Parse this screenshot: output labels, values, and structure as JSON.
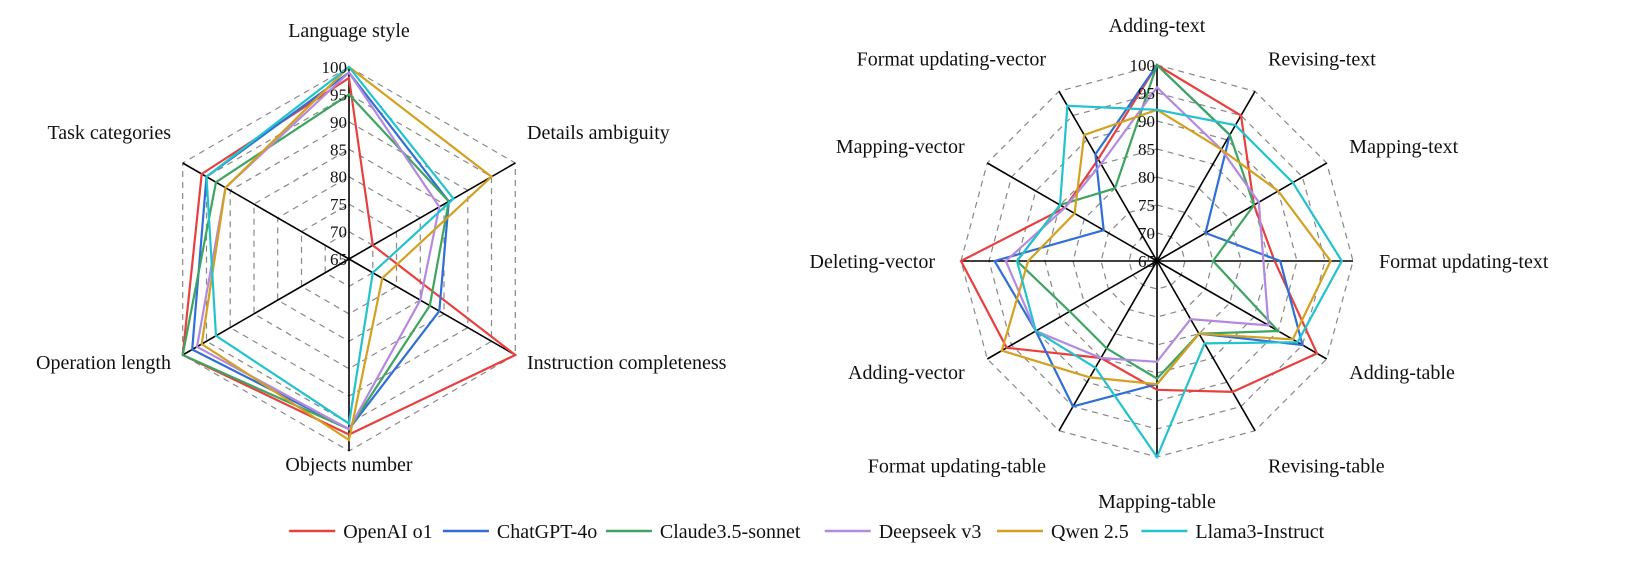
{
  "chart_data": [
    {
      "type": "radar",
      "title": "",
      "rlim": [
        65,
        100
      ],
      "ticks": [
        65,
        70,
        75,
        80,
        85,
        90,
        95,
        100
      ],
      "grid": "dashed polygons",
      "axes": [
        "Language style",
        "Details ambiguity",
        "Instruction completeness",
        "Objects number",
        "Operation length",
        "Task categories"
      ],
      "series": [
        {
          "name": "OpenAI o1",
          "values": [
            98,
            70,
            100,
            97,
            100,
            96
          ]
        },
        {
          "name": "ChatGPT-4o",
          "values": [
            99,
            86,
            84,
            96,
            98,
            95
          ]
        },
        {
          "name": "Claude3.5-sonnet",
          "values": [
            95,
            86,
            82,
            96,
            100,
            93
          ]
        },
        {
          "name": "Deepseek v3",
          "values": [
            99,
            84,
            80,
            96,
            97,
            91
          ]
        },
        {
          "name": "Qwen 2.5",
          "values": [
            100,
            95,
            72,
            98,
            96,
            91
          ]
        },
        {
          "name": "Llama3-Instruct",
          "values": [
            100,
            87,
            70,
            95,
            93,
            95
          ]
        }
      ]
    },
    {
      "type": "radar",
      "title": "",
      "rlim": [
        65,
        100
      ],
      "ticks": [
        65,
        70,
        75,
        80,
        85,
        90,
        95,
        100
      ],
      "grid": "dashed polygons",
      "axes": [
        "Adding-text",
        "Revising-text",
        "Mapping-text",
        "Format updating-text",
        "Adding-table",
        "Revising-table",
        "Mapping-table",
        "Format updating-table",
        "Adding-vector",
        "Deleting-vector",
        "Mapping-vector",
        "Format updating-vector"
      ],
      "series": [
        {
          "name": "OpenAI o1",
          "values": [
            100,
            95,
            85,
            86,
            98,
            92,
            88,
            85,
            96,
            100,
            84,
            86
          ]
        },
        {
          "name": "ChatGPT-4o",
          "values": [
            100,
            91,
            75,
            87,
            95,
            80,
            87,
            95,
            90,
            94,
            76,
            87
          ]
        },
        {
          "name": "Claude3.5-sonnet",
          "values": [
            100,
            91,
            85,
            75,
            90,
            80,
            86,
            83,
            83,
            90,
            85,
            80
          ]
        },
        {
          "name": "Deepseek v3",
          "values": [
            96,
            88,
            86,
            84,
            88,
            77,
            83,
            85,
            90,
            92,
            84,
            85
          ]
        },
        {
          "name": "Qwen 2.5",
          "values": [
            92,
            88,
            90,
            96,
            93,
            80,
            87,
            89,
            97,
            88,
            82,
            91
          ]
        },
        {
          "name": "Llama3-Instruct",
          "values": [
            92,
            93,
            93,
            98,
            94,
            82,
            100,
            87,
            90,
            90,
            85,
            97
          ]
        }
      ]
    }
  ],
  "legend": {
    "position": "bottom-center",
    "items": [
      {
        "name": "OpenAI o1",
        "color": "#e8403f"
      },
      {
        "name": "ChatGPT-4o",
        "color": "#2f6fd6"
      },
      {
        "name": "Claude3.5-sonnet",
        "color": "#3da55f"
      },
      {
        "name": "Deepseek v3",
        "color": "#b48ae0"
      },
      {
        "name": "Qwen 2.5",
        "color": "#d4a020"
      },
      {
        "name": "Llama3-Instruct",
        "color": "#22c3cc"
      }
    ]
  }
}
